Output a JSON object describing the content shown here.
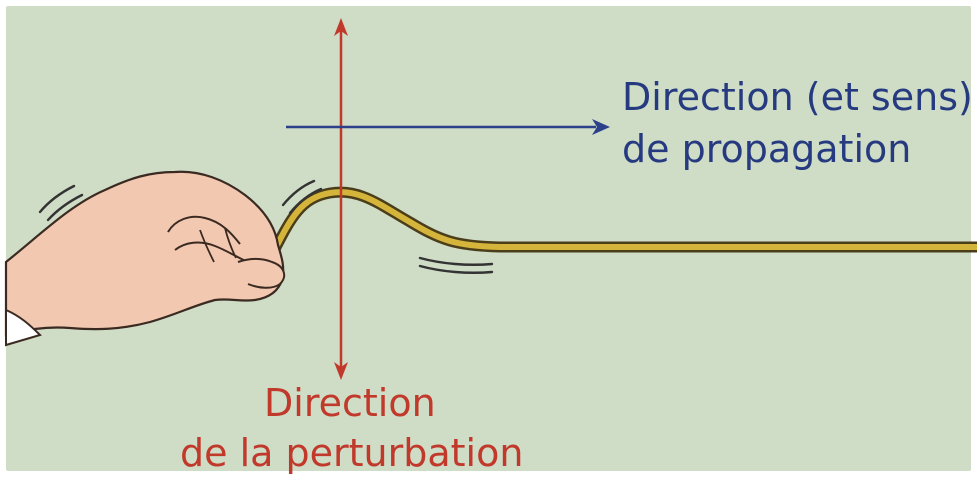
{
  "labels": {
    "propagation_line1": "Direction (et sens)",
    "propagation_line2": "de propagation",
    "perturbation_line1": "Direction",
    "perturbation_line2": "de la perturbation"
  },
  "colors": {
    "background": "#cfdcc6",
    "frame": "#ffffff",
    "propagation_arrow": "#2c3f8a",
    "propagation_text": "#263a80",
    "perturbation_arrow": "#c0392b",
    "perturbation_text": "#c0392b",
    "rope": "#d4b43a",
    "rope_outline": "#4a3d1a",
    "skin": "#f2c9b0",
    "skin_outline": "#3a2a22",
    "motion_lines": "#333333"
  }
}
